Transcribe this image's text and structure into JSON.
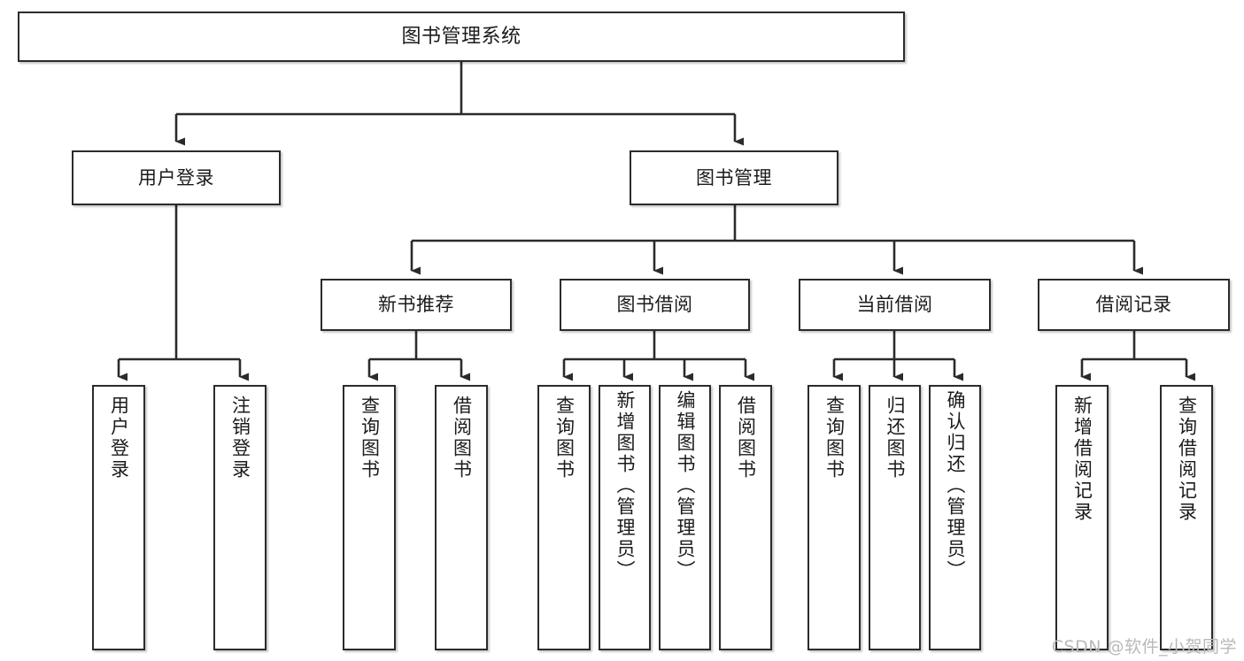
{
  "diagram": {
    "title": "图书管理系统",
    "type": "tree-hierarchy-diagram",
    "theme": {
      "background": "#ffffff",
      "box_border": "#2b2b2b",
      "box_fill": "#ffffff",
      "edge_color": "#2b2b2b",
      "text_color": "#1b1b1b",
      "watermark_color": "#b9b9b9"
    },
    "root": {
      "label": "图书管理系统"
    },
    "level2": [
      {
        "label": "用户登录"
      },
      {
        "label": "图书管理"
      }
    ],
    "level3": [
      {
        "label": "新书推荐"
      },
      {
        "label": "图书借阅"
      },
      {
        "label": "当前借阅"
      },
      {
        "label": "借阅记录"
      }
    ],
    "leaves": {
      "user_login": [
        {
          "label": "用户登录"
        },
        {
          "label": "注销登录"
        }
      ],
      "new_book_recommend": [
        {
          "label": "查询图书"
        },
        {
          "label": "借阅图书"
        }
      ],
      "book_borrow": [
        {
          "label": "查询图书"
        },
        {
          "label": "新增图书（管理员）"
        },
        {
          "label": "编辑图书（管理员）"
        },
        {
          "label": "借阅图书"
        }
      ],
      "current_borrow": [
        {
          "label": "查询图书"
        },
        {
          "label": "归还图书"
        },
        {
          "label": "确认归还（管理员）"
        }
      ],
      "borrow_record": [
        {
          "label": "新增借阅记录"
        },
        {
          "label": "查询借阅记录"
        }
      ]
    },
    "watermark": "CSDN @软件_小贺同学"
  }
}
